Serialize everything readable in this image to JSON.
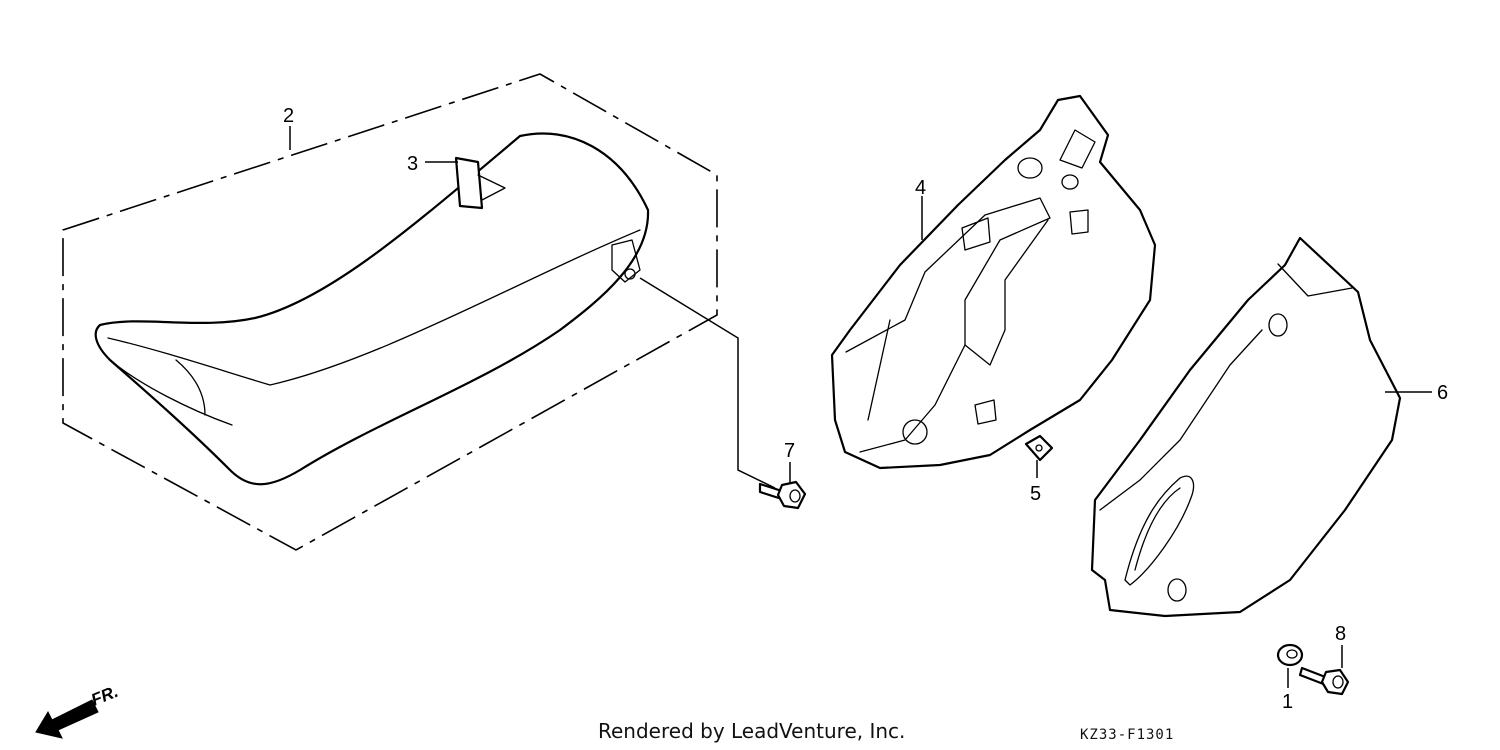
{
  "diagram": {
    "callouts": [
      {
        "id": "1",
        "label": "1"
      },
      {
        "id": "2",
        "label": "2"
      },
      {
        "id": "3",
        "label": "3"
      },
      {
        "id": "4",
        "label": "4"
      },
      {
        "id": "5",
        "label": "5"
      },
      {
        "id": "6",
        "label": "6"
      },
      {
        "id": "7",
        "label": "7"
      },
      {
        "id": "8",
        "label": "8"
      }
    ],
    "front_label": "FR.",
    "credit": "Rendered by LeadVenture, Inc.",
    "diagram_code": "KZ33-F1301"
  }
}
